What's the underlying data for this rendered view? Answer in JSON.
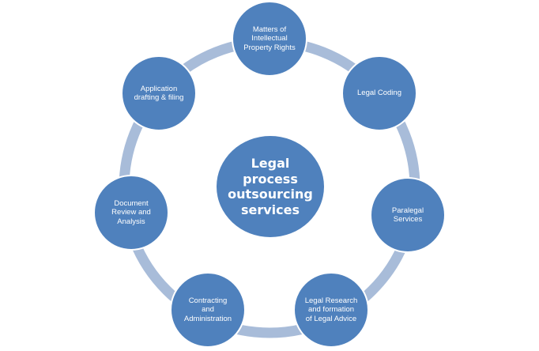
{
  "diagram": {
    "center": {
      "label": "Legal\nprocess\noutsourcing\nservices"
    },
    "nodes": [
      {
        "id": "ip",
        "label": "Matters of\nIntellectual\nProperty Rights"
      },
      {
        "id": "coding",
        "label": "Legal Coding"
      },
      {
        "id": "paralegal",
        "label": "Paralegal\nServices"
      },
      {
        "id": "research",
        "label": "Legal Research\nand formation\nof Legal Advice"
      },
      {
        "id": "contracting",
        "label": "Contracting\nand\nAdministration"
      },
      {
        "id": "document",
        "label": "Document\nReview and\nAnalysis"
      },
      {
        "id": "application",
        "label": "Application\ndrafting & filing"
      }
    ],
    "colors": {
      "node_fill": "#4f81bd",
      "ring": "#a8bcd9",
      "text": "#ffffff"
    }
  }
}
